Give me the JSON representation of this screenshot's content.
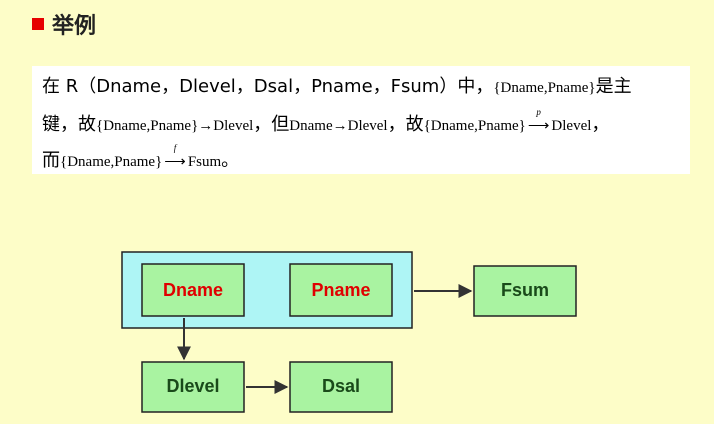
{
  "header": {
    "title": "举例"
  },
  "text": {
    "l1": [
      "在 R（Dname，Dlevel，Dsal，Pname，Fsum）中，",
      "{Dname,Pname}",
      "是主"
    ],
    "l2": [
      "键，故",
      "{Dname,Pname}",
      "→",
      "Dlevel",
      "，但",
      "Dname",
      "→",
      "Dlevel",
      "，故",
      "{Dname,Pname}",
      "p",
      "Dlevel",
      "，"
    ],
    "l3": [
      "而",
      "{Dname,Pname}",
      "f",
      "Fsum",
      "。"
    ]
  },
  "diagram": {
    "nodes": {
      "dname": "Dname",
      "pname": "Pname",
      "fsum": "Fsum",
      "dlevel": "Dlevel",
      "dsal": "Dsal"
    }
  },
  "colors": {
    "background": "#fdfdc8",
    "key_group_fill": "#aef5f5",
    "node_fill": "#a9f3a1",
    "key_attr_text": "#e00000",
    "attr_text": "#1a4a1a"
  }
}
